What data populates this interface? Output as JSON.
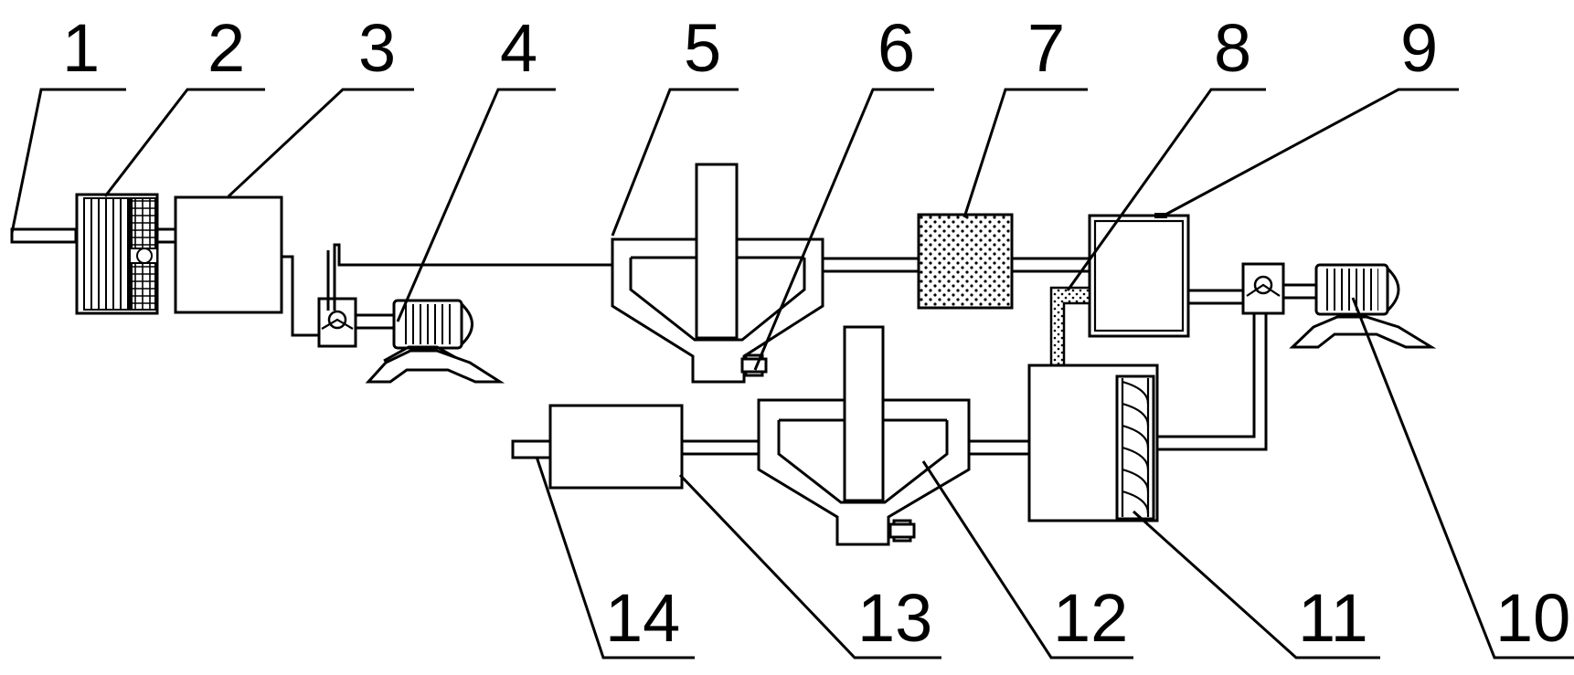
{
  "labels": {
    "n1": "1",
    "n2": "2",
    "n3": "3",
    "n4": "4",
    "n5": "5",
    "n6": "6",
    "n7": "7",
    "n8": "8",
    "n9": "9",
    "n10": "10",
    "n11": "11",
    "n12": "12",
    "n13": "13",
    "n14": "14"
  },
  "colors": {
    "ink": "#000000",
    "paper": "#ffffff"
  }
}
